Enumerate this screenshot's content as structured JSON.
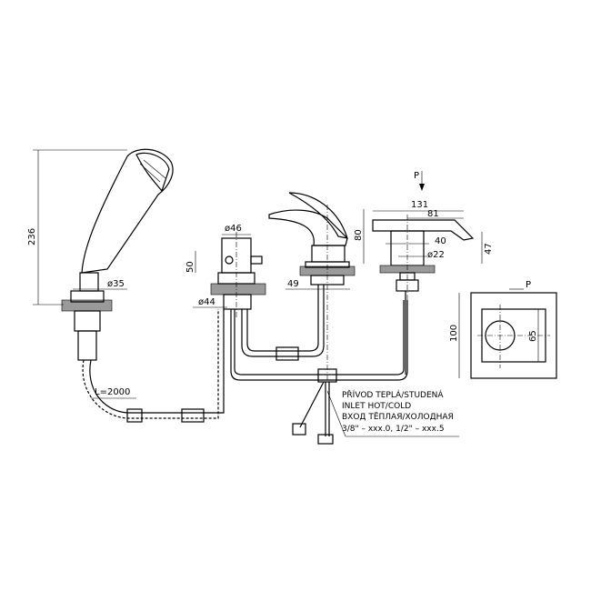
{
  "dimensions": {
    "shower_height": "236",
    "shower_diameter": "ø35",
    "hose_length": "L=2000",
    "diverter_diameter": "ø46",
    "diverter_height": "50",
    "diverter_base_diameter": "ø44",
    "mixer_height": "80",
    "mixer_base": "49",
    "lever_length": "131",
    "spout_reach": "81",
    "body_width": "40",
    "body_diameter": "ø22",
    "side_height": "47",
    "plate_height": "100",
    "plate_inner": "65"
  },
  "view_marker": "P",
  "inlet_note": [
    "PŘÍVOD TEPLÁ/STUDENÁ",
    "INLET HOT/COLD",
    "ВХОД ТЁПЛАЯ/ХОЛОДНАЯ",
    "3/8\" – xxx.0, 1/2\" – xxx.5"
  ]
}
